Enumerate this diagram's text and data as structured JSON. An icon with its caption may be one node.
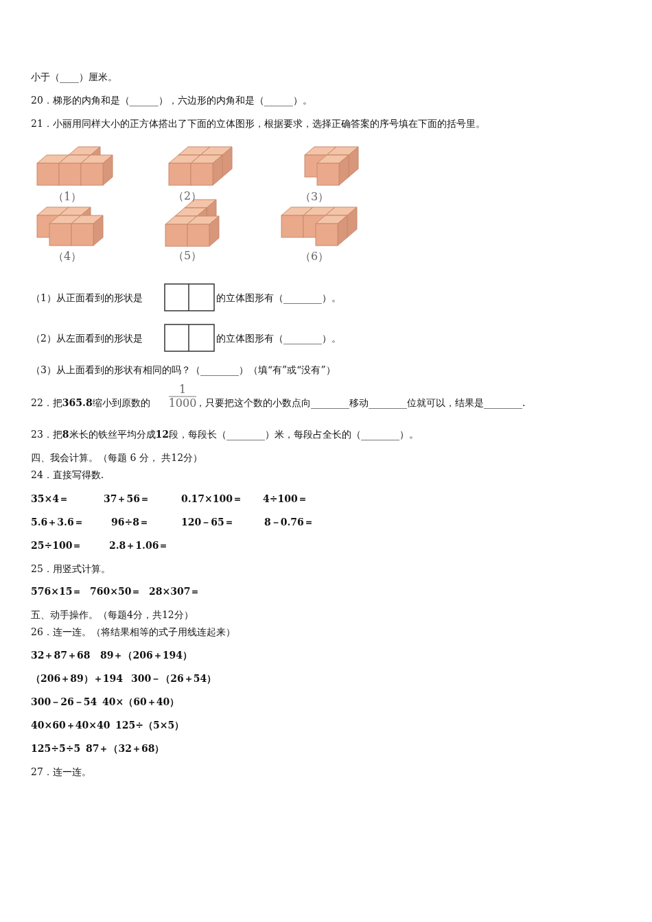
{
  "diagram": {
    "labels": [
      "小于（____）厘米。",
      "20．梯形的内角和是（______），六边形的内角和是（______）。",
      "21．小丽用同样大小的正方体搭出了下面的立体图形，根据要求，选择正确答案的序号填在下面的括号里。",
      "（1）",
      "（2）",
      "（3）",
      "（4）",
      "（5）",
      "（6）",
      "（1）从正面看到的形状是",
      "的立体图形有（________）。",
      "（2）从左面看到的形状是",
      "的立体图形有（________）。",
      "（3）从上面看到的形状有相同的吗？（________）（填“有”或“没有”）",
      "22．把**365.8**缩小到原数的",
      "1",
      "1000",
      "，只要把这个数的小数点向________移动________位就可以，结果是________.",
      "23．把**8**米长的铁丝平均分成**12**段，每段长（________）米，每段占全长的（________）。",
      "四、我会计算。（每题 6 分， 共12分）",
      "24．直接写得数.",
      "35×4＝",
      "37＋56＝",
      "0.17×100＝",
      "4÷100＝",
      "5.6＋3.6＝",
      "96÷8＝",
      "120－65＝",
      "8－0.76＝",
      "25÷100＝",
      "2.8＋1.06＝",
      "25．用竖式计算。",
      "576×15＝",
      "760×50＝",
      "28×307＝",
      "五、动手操作。（每题4分，共12分）",
      "26．连一连。（将结果相等的式子用线连起来）",
      "32＋87＋68",
      "89＋（206＋194）",
      "（206＋89）＋194",
      "300－（26＋54）",
      "300－26－54",
      "40×（60＋40）",
      "40×60＋40×40",
      "125÷（5×5）",
      "125÷5÷5",
      "87＋（32＋68）",
      "27．连一连。"
    ]
  }
}
